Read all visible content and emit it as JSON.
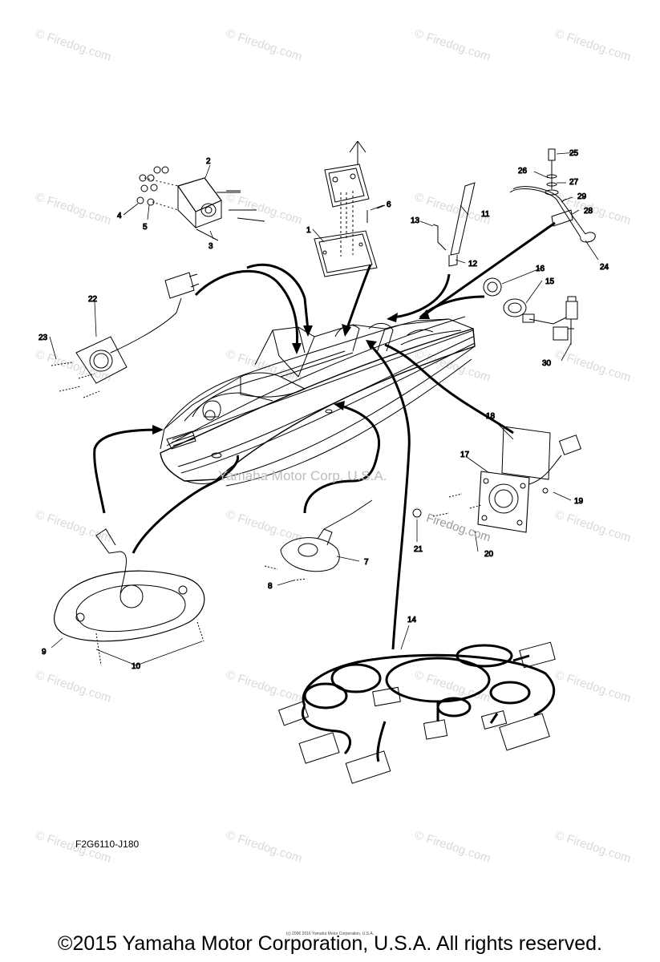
{
  "watermark": {
    "text": "© Firedog.com"
  },
  "callouts": {
    "c1": "1",
    "c2": "2",
    "c3": "3",
    "c4": "4",
    "c5": "5",
    "c6": "6",
    "c7": "7",
    "c8": "8",
    "c9": "9",
    "c10": "10",
    "c11": "11",
    "c12": "12",
    "c13": "13",
    "c14": "14",
    "c15": "15",
    "c16": "16",
    "c17": "17",
    "c18": "18",
    "c19": "19",
    "c20": "20",
    "c21": "21",
    "c22": "22",
    "c23": "23",
    "c24": "24",
    "c25": "25",
    "c26": "26",
    "c27": "27",
    "c28": "28",
    "c29": "29",
    "c30": "30"
  },
  "diagram_code": "F2G6110-J180",
  "hull_watermark": "Yamaha Motor Corp. U.S.A.",
  "firedog_mark": "Firedog.com",
  "tiny_copyright": "(c) 2006 2016 Yamaha Motor Corporation, U.S.A.",
  "footer": "©2015 Yamaha Motor Corporation, U.S.A. All rights reserved."
}
